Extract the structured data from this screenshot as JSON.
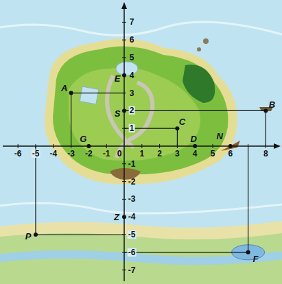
{
  "diagram": {
    "labels": [
      "7",
      "6",
      "5",
      "4",
      "3",
      "2",
      "1",
      "-1",
      "-2",
      "-3",
      "-4",
      "-5",
      "-6",
      "-7",
      "-6",
      "-5",
      "-4",
      "-3",
      "-2",
      "-1",
      "0",
      "1",
      "2",
      "3",
      "4",
      "5",
      "6",
      "8",
      "A",
      "E",
      "S",
      "B",
      "C",
      "D",
      "N",
      "G",
      "Z",
      "P",
      "F"
    ]
  }
}
